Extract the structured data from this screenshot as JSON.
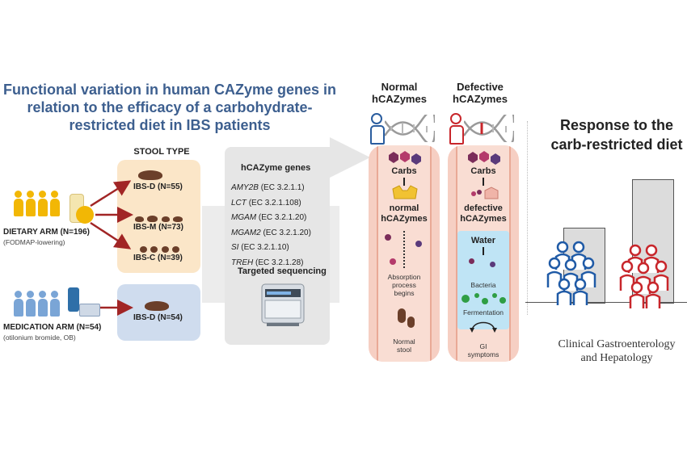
{
  "title": "Functional variation in human CAZyme genes in relation to the efficacy of a carbohydrate-restricted diet in IBS patients",
  "stool_type_header": "STOOL TYPE",
  "dietary_arm": {
    "label": "DIETARY ARM (N=196)",
    "sublabel": "(FODMAP-lowering)"
  },
  "medication_arm": {
    "label": "MEDICATION ARM (N=54)",
    "sublabel": "(otilonium bromide, OB)"
  },
  "stool_groups": {
    "dietary": [
      "IBS-D (N=55)",
      "IBS-M (N=73)",
      "IBS-C (N=39)"
    ],
    "medication": [
      "IBS-D (N=54)"
    ]
  },
  "genes_panel": {
    "header": "hCAZyme genes",
    "genes": [
      {
        "name": "AMY2B",
        "ec": "(EC 3.2.1.1)"
      },
      {
        "name": "LCT",
        "ec": "(EC 3.2.1.108)"
      },
      {
        "name": "MGAM",
        "ec": "(EC 3.2.1.20)"
      },
      {
        "name": "MGAM2",
        "ec": "(EC 3.2.1.20)"
      },
      {
        "name": "SI",
        "ec": "(EC 3.2.1.10)"
      },
      {
        "name": "TREH",
        "ec": "(EC 3.2.1.28)"
      }
    ],
    "sequencing_label": "Targeted sequencing"
  },
  "normal": {
    "header_line1": "Normal",
    "header_line2": "hCAZymes",
    "carbs": "Carbs",
    "enzyme_line1": "normal",
    "enzyme_line2": "hCAZymes",
    "process_line1": "Absorption",
    "process_line2": "process",
    "process_line3": "begins",
    "outcome_line1": "Normal",
    "outcome_line2": "stool"
  },
  "defective": {
    "header_line1": "Defective",
    "header_line2": "hCAZymes",
    "carbs": "Carbs",
    "enzyme_line1": "defective",
    "enzyme_line2": "hCAZymes",
    "water": "Water",
    "bacteria": "Bacteria",
    "fermentation": "Fermentation",
    "outcome_line1": "GI",
    "outcome_line2": "symptoms"
  },
  "response": {
    "title_line1": "Response to the",
    "title_line2": "carb-restricted diet"
  },
  "journal": {
    "line1": "Clinical Gastroenterology",
    "line2": "and Hepatology"
  },
  "colors": {
    "title_blue": "#3d5f8f",
    "person_yellow": "#f2b705",
    "person_blue": "#7aa5d6",
    "stool_brown": "#6b3f2a",
    "dietary_box": "#fbe6c8",
    "medication_box": "#cfdcee",
    "arrow_red": "#a12525",
    "group_blue": "#1f5aa6",
    "group_red": "#c8262b"
  }
}
